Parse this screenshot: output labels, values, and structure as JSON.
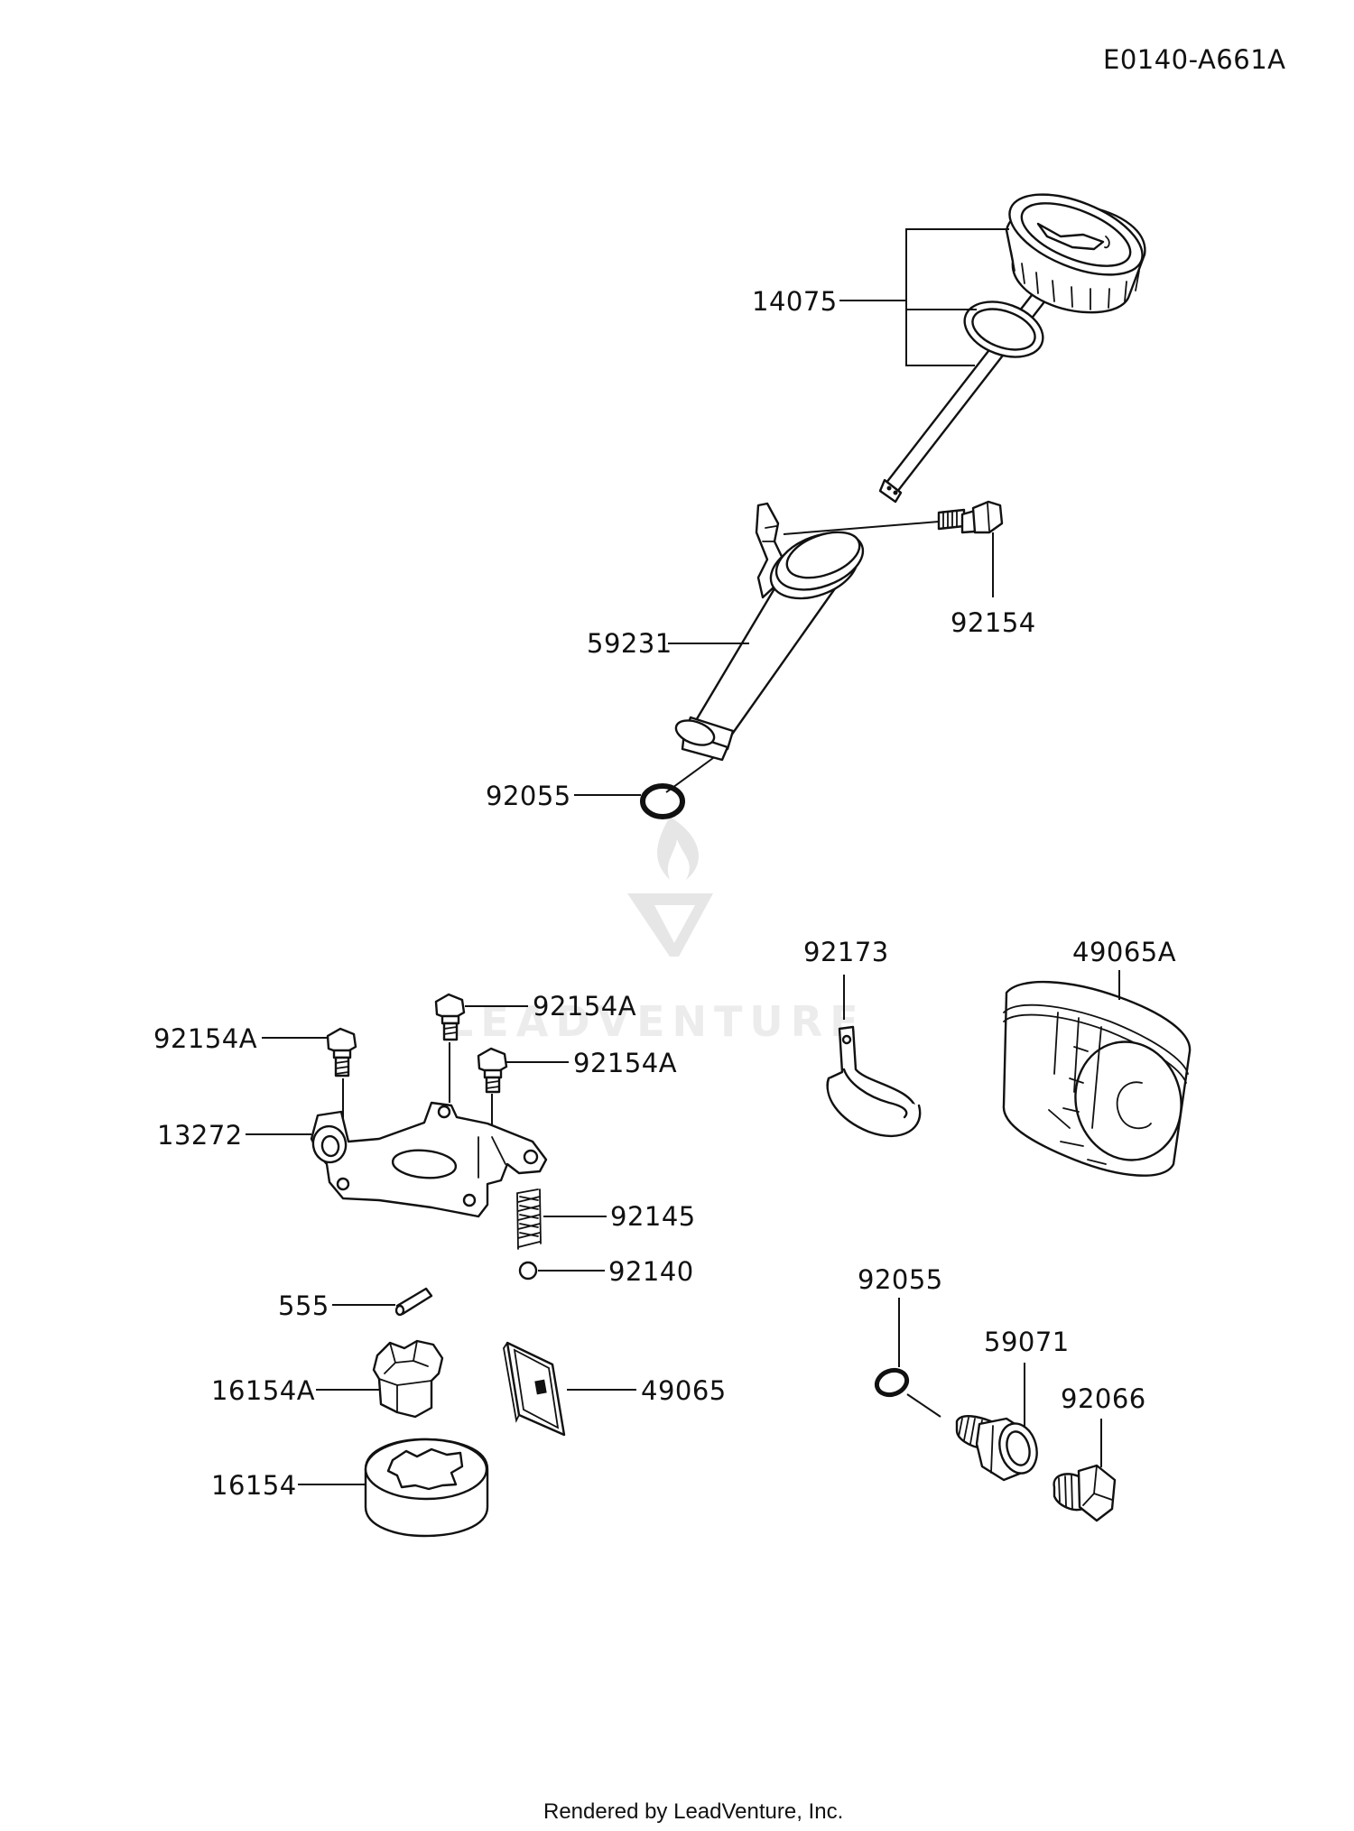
{
  "diagram_code": "E0140-A661A",
  "footer": "Rendered by LeadVenture, Inc.",
  "watermark": "LEADVENTURE",
  "parts": [
    {
      "id": "p14075",
      "label": "14075"
    },
    {
      "id": "p92154",
      "label": "92154"
    },
    {
      "id": "p59231",
      "label": "59231"
    },
    {
      "id": "p92055_top",
      "label": "92055"
    },
    {
      "id": "p92173",
      "label": "92173"
    },
    {
      "id": "p49065A",
      "label": "49065A"
    },
    {
      "id": "p92154A_1",
      "label": "92154A"
    },
    {
      "id": "p92154A_2",
      "label": "92154A"
    },
    {
      "id": "p92154A_3",
      "label": "92154A"
    },
    {
      "id": "p13272",
      "label": "13272"
    },
    {
      "id": "p92145",
      "label": "92145"
    },
    {
      "id": "p92140",
      "label": "92140"
    },
    {
      "id": "p555",
      "label": "555"
    },
    {
      "id": "p16154A",
      "label": "16154A"
    },
    {
      "id": "p49065",
      "label": "49065"
    },
    {
      "id": "p16154",
      "label": "16154"
    },
    {
      "id": "p92055_bot",
      "label": "92055"
    },
    {
      "id": "p59071",
      "label": "59071"
    },
    {
      "id": "p92066",
      "label": "92066"
    }
  ]
}
